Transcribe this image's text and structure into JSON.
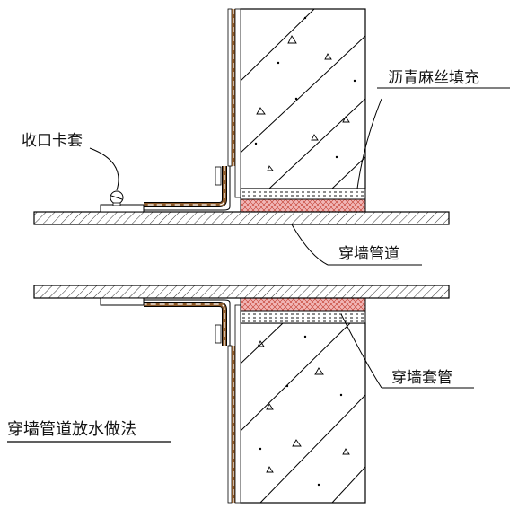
{
  "labels": {
    "asphalt_fill": "沥青麻丝填充",
    "collar_clamp": "收口卡套",
    "wall_pipe": "穿墙管道",
    "wall_sleeve": "穿墙套管"
  },
  "title": "穿墙管道放水做法",
  "colors": {
    "line": "#000000",
    "membrane": "#8b5a2b",
    "filler": "#e6a0a0"
  }
}
